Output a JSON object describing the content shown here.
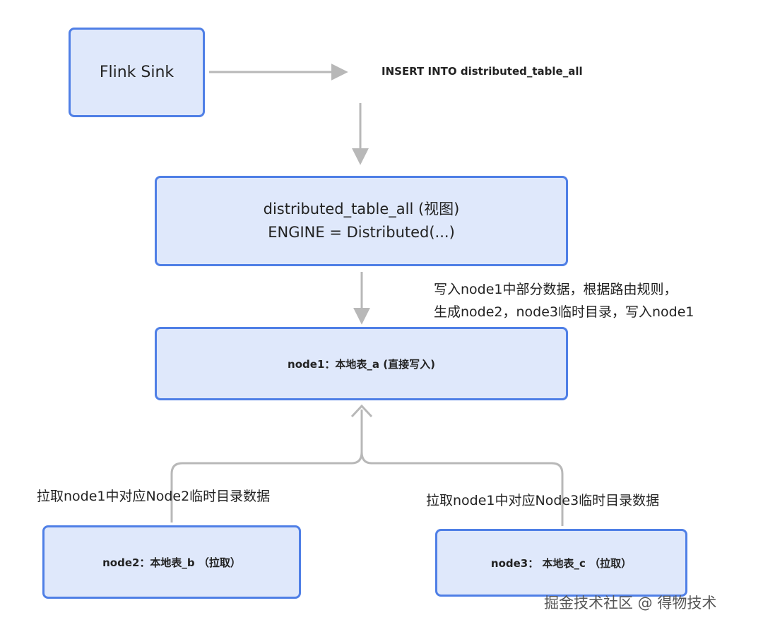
{
  "nodes": {
    "flink_sink": "Flink Sink",
    "distributed_line1": "distributed_table_all (视图)",
    "distributed_line2": "ENGINE = Distributed(...)",
    "node1": "node1：本地表_a (直接写入)",
    "node2": "node2：本地表_b （拉取）",
    "node3": "node3： 本地表_c （拉取）"
  },
  "edge_labels": {
    "insert": "INSERT INTO distributed_table_all",
    "write_note_line1": "写入node1中部分数据，根据路由规则，",
    "write_note_line2": "生成node2，node3临时目录，写入node1",
    "pull_node2": "拉取node1中对应Node2临时目录数据",
    "pull_node3": "拉取node1中对应Node3临时目录数据"
  },
  "watermark": "掘金技术社区 @ 得物技术",
  "colors": {
    "box_fill": "#dfe8fb",
    "box_border": "#4f7fe6",
    "arrow": "#b8b8b8"
  }
}
